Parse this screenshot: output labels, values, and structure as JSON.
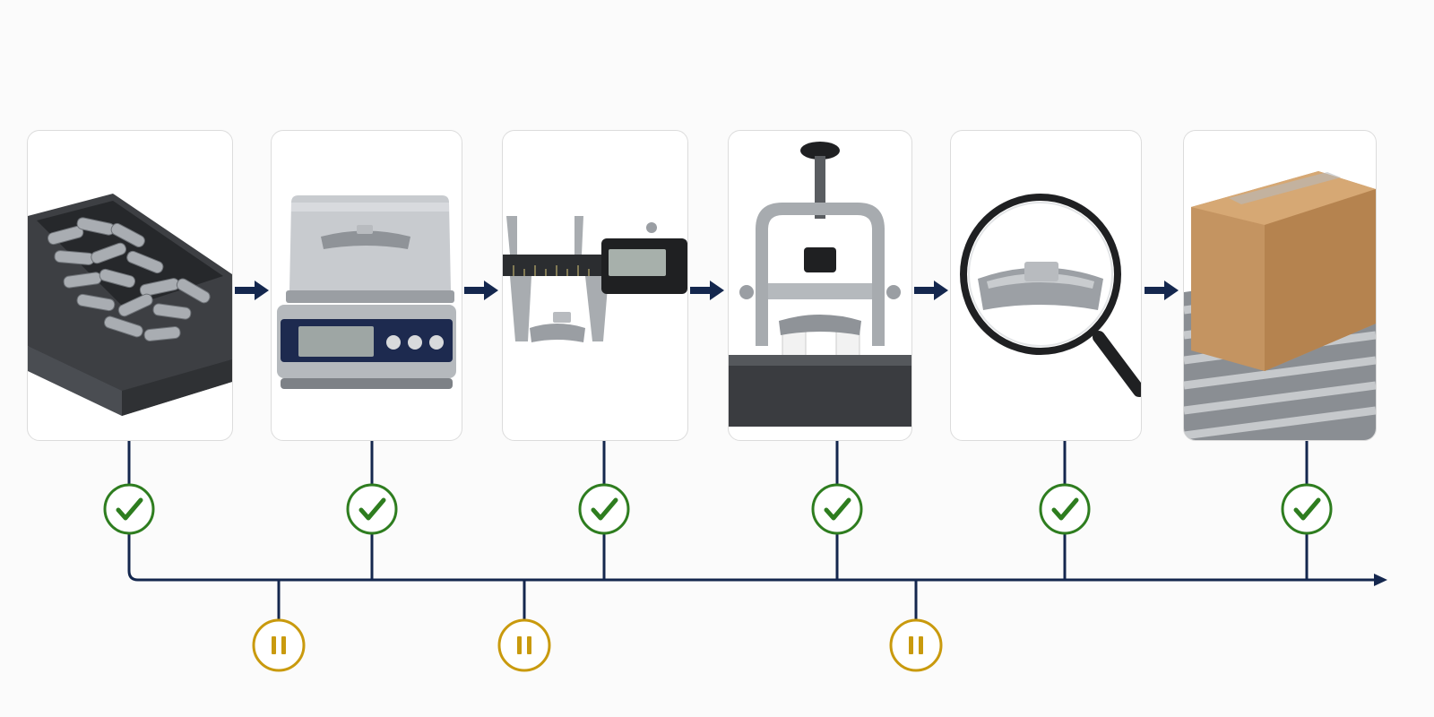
{
  "diagram": {
    "colors": {
      "navy": "#14274e",
      "green": "#2e7d1f",
      "gold": "#c99a0e",
      "card_border": "#dcdcdc"
    },
    "steps": [
      {
        "id": "bulk-tray",
        "icon": "tray-of-wheel-weights",
        "status": "passed",
        "status_icon": "check-icon"
      },
      {
        "id": "weighing",
        "icon": "digital-scale",
        "status": "passed",
        "status_icon": "check-icon"
      },
      {
        "id": "dimension-check",
        "icon": "digital-caliper",
        "status": "passed",
        "status_icon": "check-icon"
      },
      {
        "id": "clamp-test",
        "icon": "clamp-press",
        "status": "passed",
        "status_icon": "check-icon"
      },
      {
        "id": "visual-inspection",
        "icon": "magnifying-glass",
        "status": "passed",
        "status_icon": "check-icon"
      },
      {
        "id": "packaging",
        "icon": "cardboard-box-on-conveyor",
        "status": "passed",
        "status_icon": "check-icon"
      }
    ],
    "hold_points": [
      {
        "icon": "pause-icon",
        "status": "hold"
      },
      {
        "icon": "pause-icon",
        "status": "hold"
      },
      {
        "icon": "pause-icon",
        "status": "hold"
      }
    ]
  }
}
